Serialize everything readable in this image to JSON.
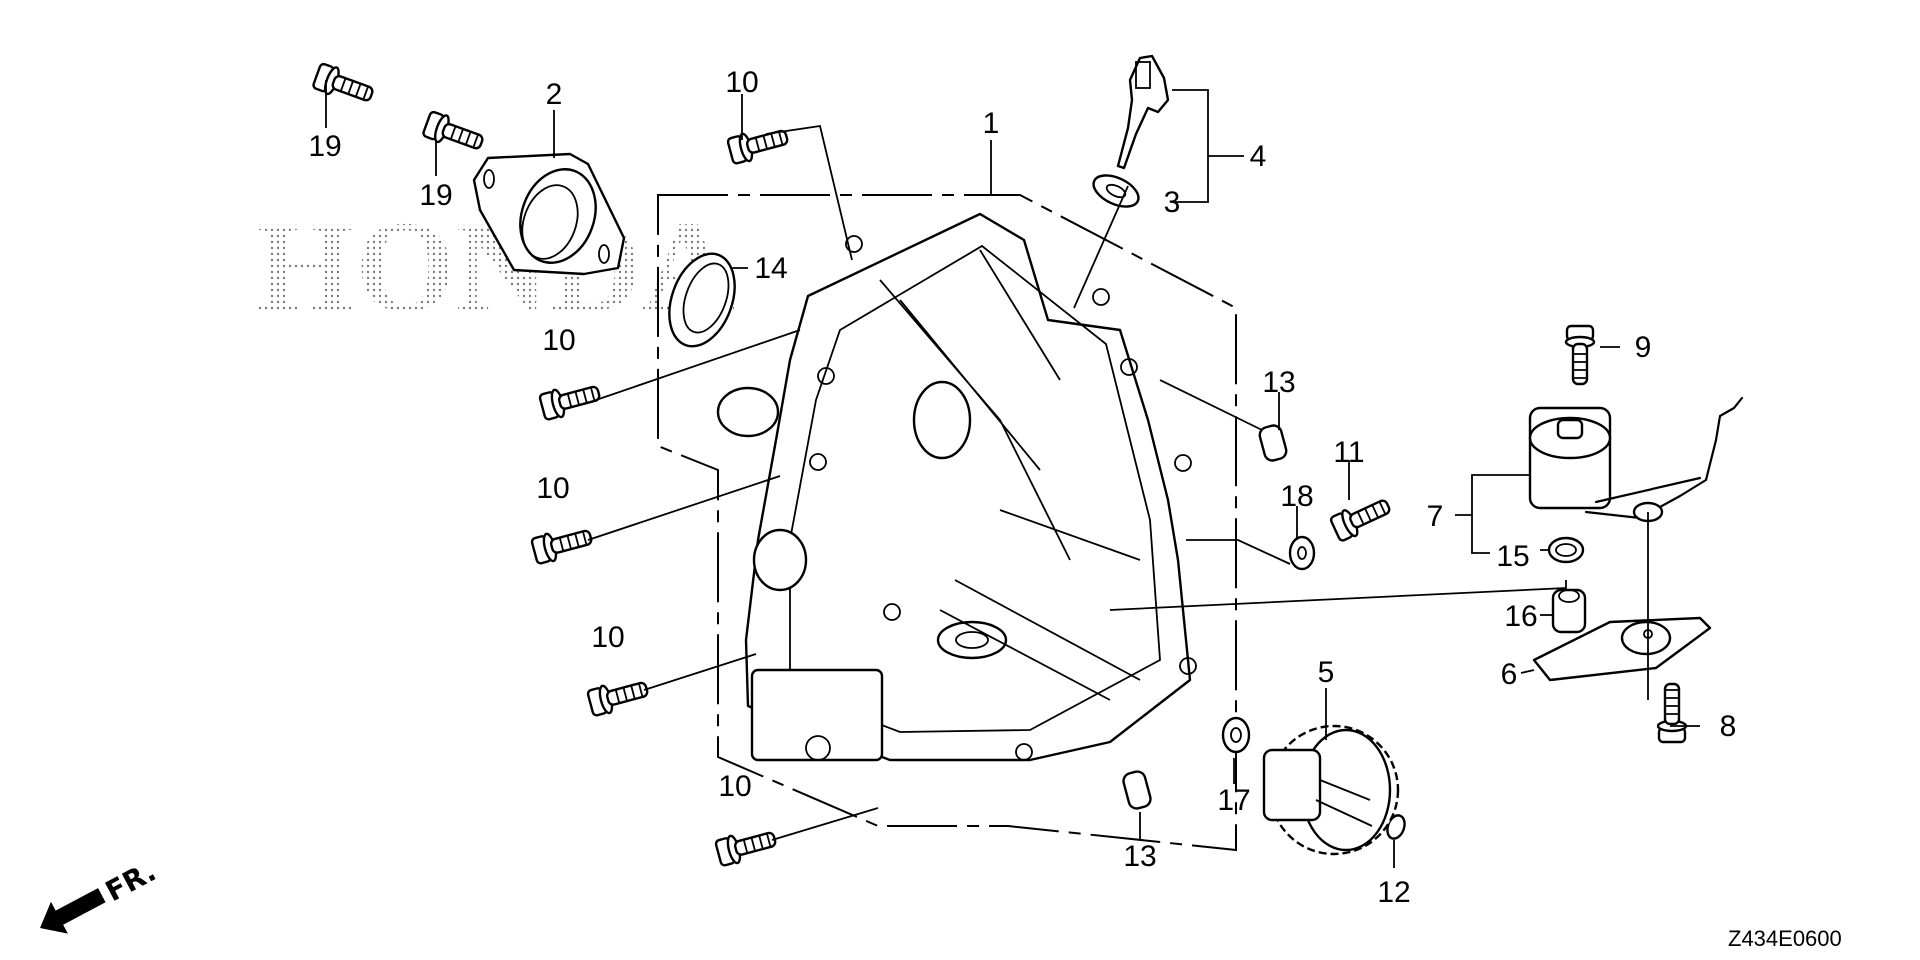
{
  "diagram": {
    "title": "Crankcase cover parts diagram",
    "figure_code": "Z434E0600",
    "watermark": "HONDA",
    "direction_marker": "FR.",
    "callouts": [
      {
        "id": "c1",
        "number": "1",
        "part": "crankcase-cover"
      },
      {
        "id": "c2",
        "number": "2",
        "part": "flange-cover"
      },
      {
        "id": "c3",
        "number": "3",
        "part": "washer"
      },
      {
        "id": "c4",
        "number": "4",
        "part": "oil-filler-cap-dipstick"
      },
      {
        "id": "c5",
        "number": "5",
        "part": "governor-gear"
      },
      {
        "id": "c6",
        "number": "6",
        "part": "bracket"
      },
      {
        "id": "c7",
        "number": "7",
        "part": "oil-level-switch"
      },
      {
        "id": "c8",
        "number": "8",
        "part": "bolt"
      },
      {
        "id": "c9",
        "number": "9",
        "part": "bolt"
      },
      {
        "id": "c10a",
        "number": "10",
        "part": "flange-bolt"
      },
      {
        "id": "c10b",
        "number": "10",
        "part": "flange-bolt"
      },
      {
        "id": "c10c",
        "number": "10",
        "part": "flange-bolt"
      },
      {
        "id": "c10d",
        "number": "10",
        "part": "flange-bolt"
      },
      {
        "id": "c10e",
        "number": "10",
        "part": "flange-bolt"
      },
      {
        "id": "c11",
        "number": "11",
        "part": "drain-bolt"
      },
      {
        "id": "c12",
        "number": "12",
        "part": "clip"
      },
      {
        "id": "c13a",
        "number": "13",
        "part": "dowel-pin"
      },
      {
        "id": "c13b",
        "number": "13",
        "part": "dowel-pin"
      },
      {
        "id": "c14",
        "number": "14",
        "part": "oil-seal"
      },
      {
        "id": "c15",
        "number": "15",
        "part": "o-ring"
      },
      {
        "id": "c16",
        "number": "16",
        "part": "collar"
      },
      {
        "id": "c17",
        "number": "17",
        "part": "washer"
      },
      {
        "id": "c18",
        "number": "18",
        "part": "sealing-washer"
      },
      {
        "id": "c19a",
        "number": "19",
        "part": "flange-bolt"
      },
      {
        "id": "c19b",
        "number": "19",
        "part": "flange-bolt"
      }
    ]
  }
}
